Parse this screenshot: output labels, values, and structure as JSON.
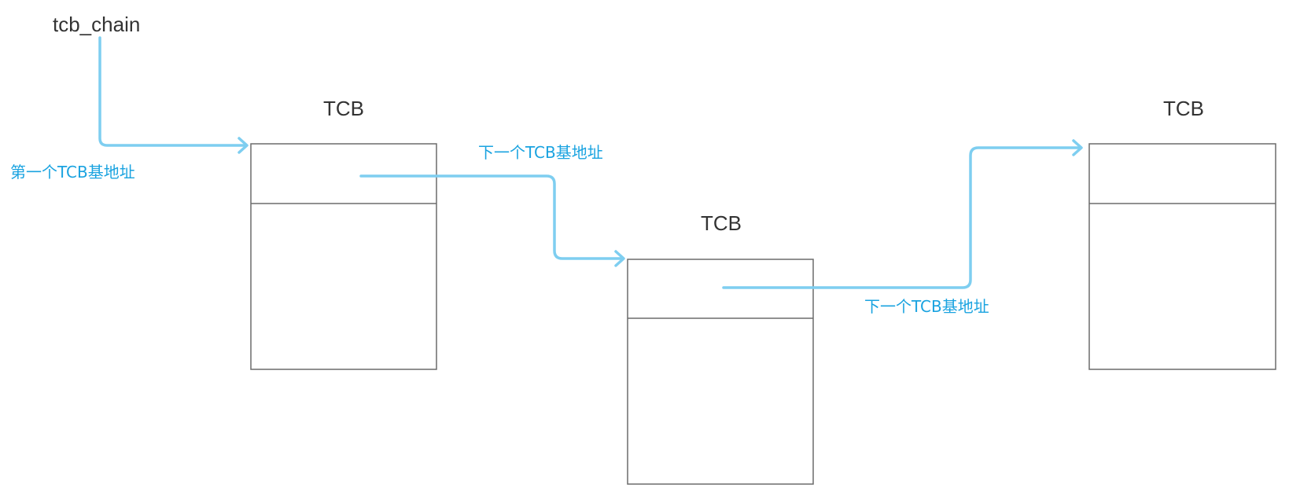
{
  "diagram": {
    "root_label": "tcb_chain",
    "nodes": [
      {
        "title": "TCB"
      },
      {
        "title": "TCB"
      },
      {
        "title": "TCB"
      }
    ],
    "edge_labels": {
      "first": "第一个TCB基地址",
      "next_1": "下一个TCB基地址",
      "next_2": "下一个TCB基地址"
    }
  },
  "colors": {
    "arrow": "#7ecef0",
    "edge_label": "#1aa3e0",
    "box_border": "#6b6b6b",
    "text": "#333333",
    "background": "#ffffff"
  }
}
